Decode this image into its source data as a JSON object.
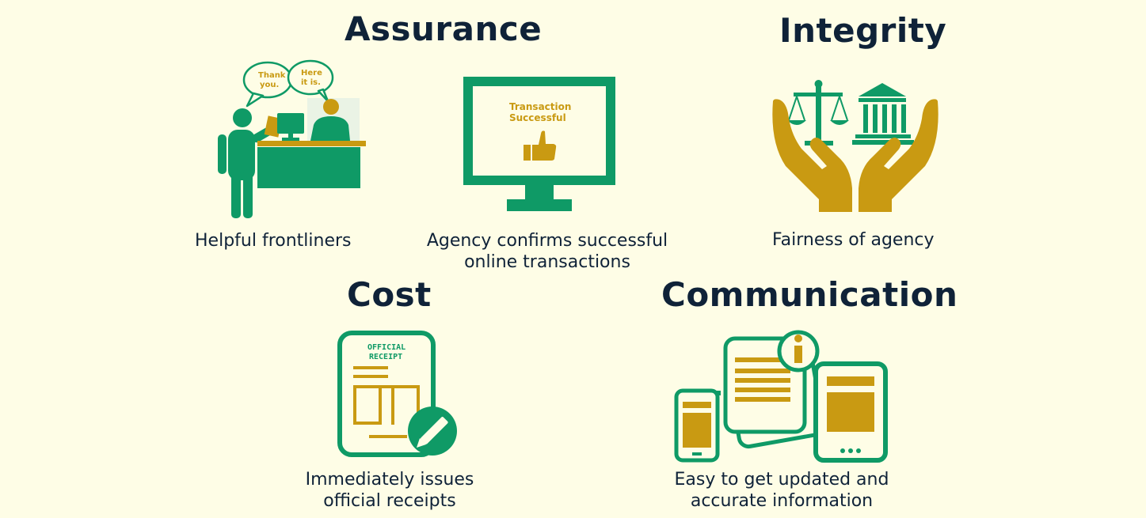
{
  "colors": {
    "background": "#fefde6",
    "green": "#0f9a66",
    "gold": "#c99a12",
    "navy": "#0f2238"
  },
  "assurance": {
    "heading": "Assurance",
    "frontliners": {
      "bubble_left": [
        "Thank",
        "you."
      ],
      "bubble_right": [
        "Here",
        "it is."
      ],
      "caption": "Helpful frontliners"
    },
    "online": {
      "screen_text": [
        "Transaction",
        "Successful"
      ],
      "icon": "thumbs-up-icon",
      "caption_lines": [
        "Agency confirms successful",
        "online transactions"
      ]
    }
  },
  "integrity": {
    "heading": "Integrity",
    "icons": [
      "scales-icon",
      "courthouse-icon",
      "hands-icon"
    ],
    "caption": "Fairness of agency"
  },
  "cost": {
    "heading": "Cost",
    "receipt_title": [
      "OFFICIAL",
      "RECEIPT"
    ],
    "icon": "pencil-icon",
    "caption_lines": [
      "Immediately issues",
      "official receipts"
    ]
  },
  "communication": {
    "heading": "Communication",
    "icons": [
      "info-icon",
      "phone-icon",
      "tablet-icon",
      "document-icon"
    ],
    "caption_lines": [
      "Easy to get updated and",
      "accurate information"
    ]
  }
}
